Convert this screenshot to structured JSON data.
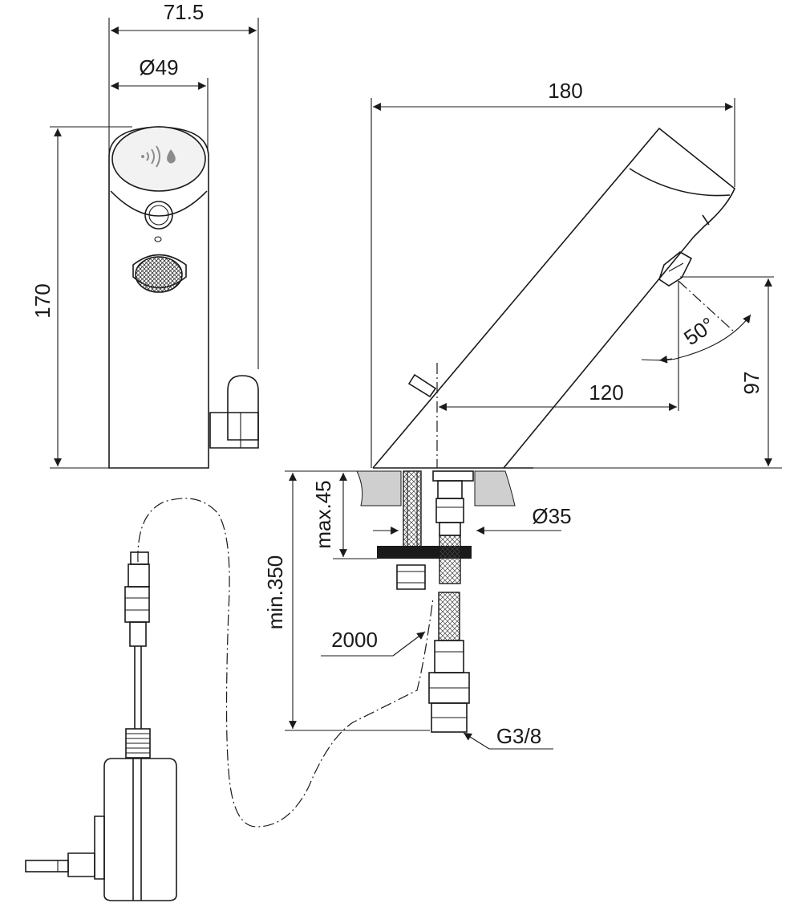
{
  "dimensions": {
    "width_total": "71.5",
    "diameter_head": "Ø49",
    "height_total": "170",
    "length_spout": "180",
    "reach": "120",
    "spout_height": "97",
    "angle": "50°",
    "deck_thickness": "max.45",
    "hole_diameter": "Ø35",
    "hose_length": "min.350",
    "cable_length": "2000",
    "thread": "G3/8"
  },
  "colors": {
    "ink": "#1a1a1a",
    "deck": "#cfcfcf",
    "cap": "#f2f2f2",
    "sensor_icon": "#8c8c8c",
    "clamp": "#1a1a1a"
  },
  "icons": {
    "sensor": "sensor-waves-drop-icon",
    "aerator": "aerator-mesh-icon"
  }
}
